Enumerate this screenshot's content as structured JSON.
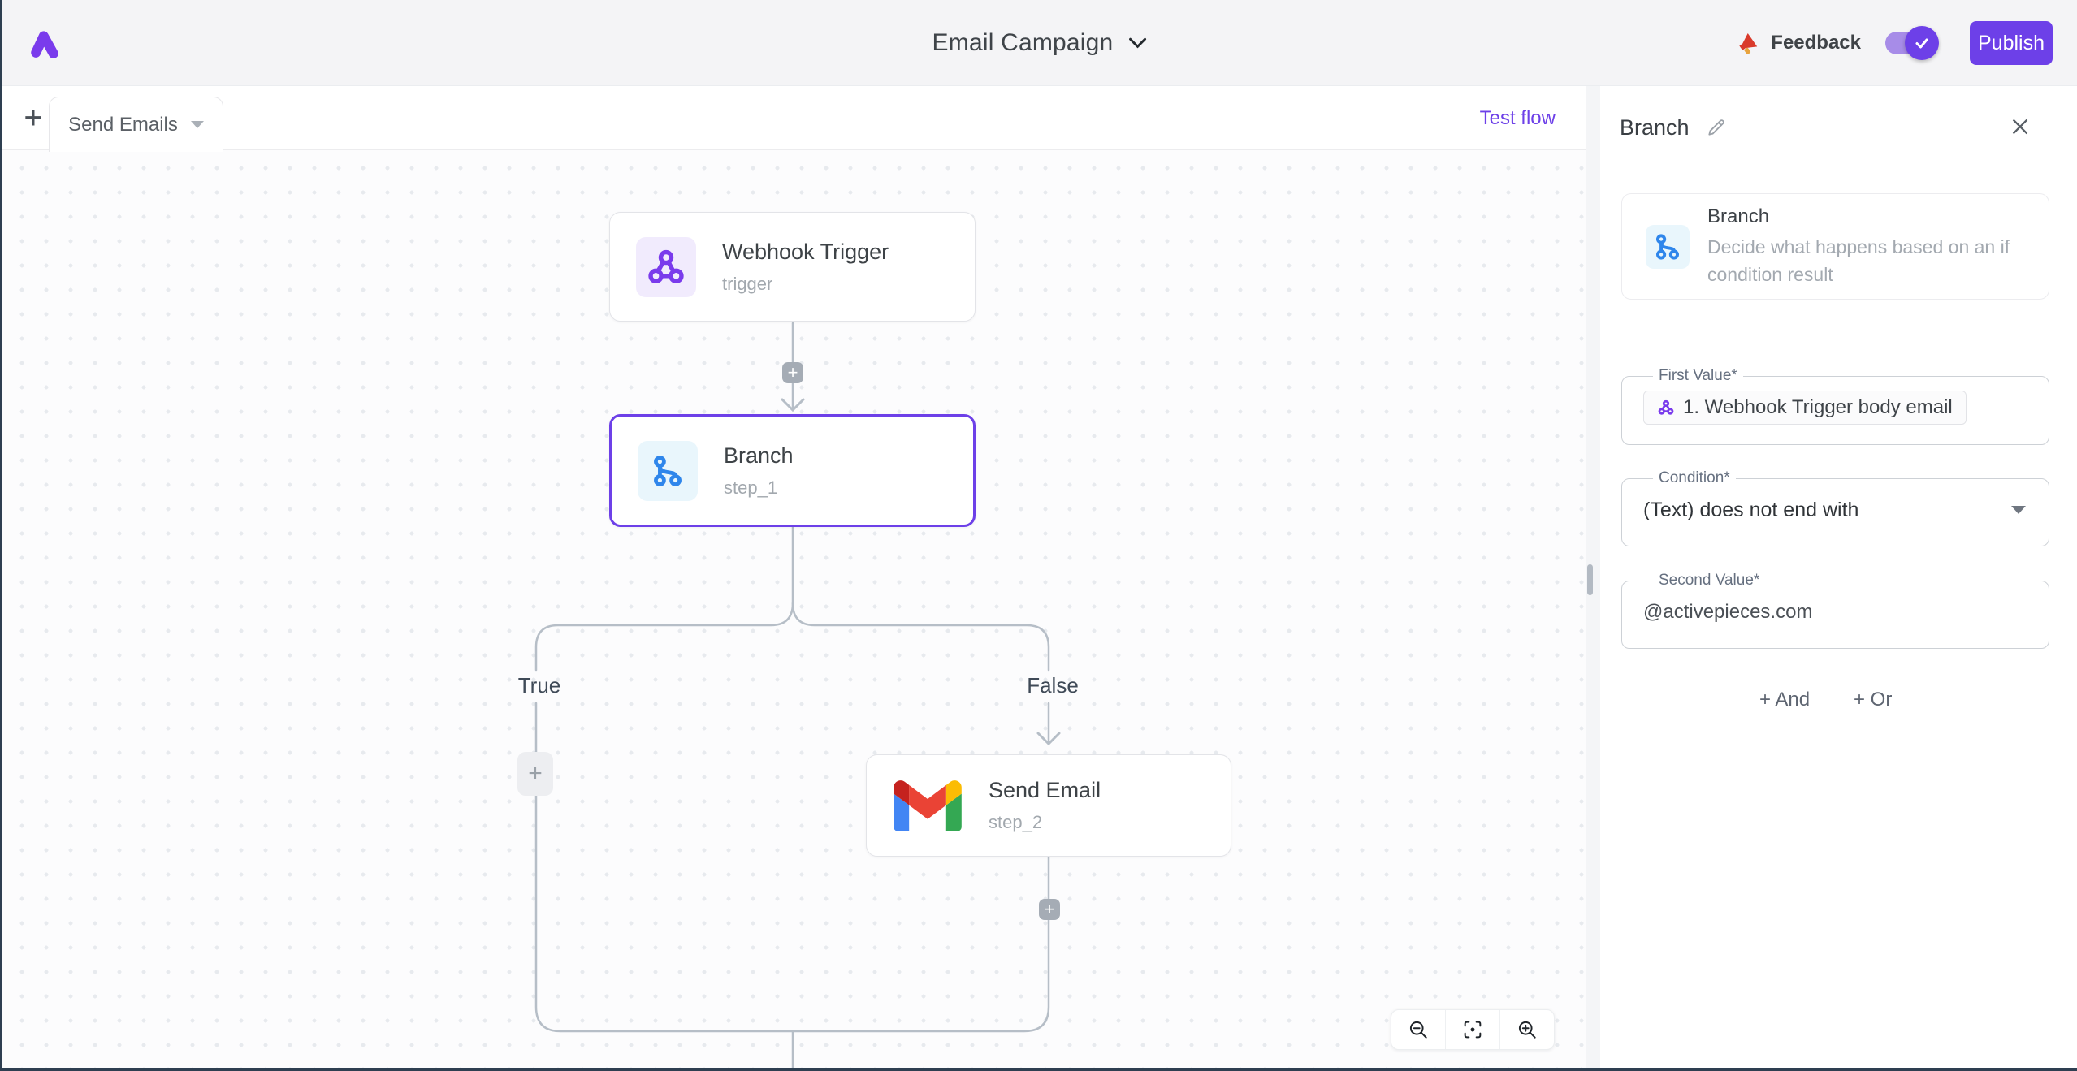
{
  "header": {
    "title": "Email Campaign",
    "feedback_label": "Feedback",
    "publish_label": "Publish"
  },
  "tabbar": {
    "tab_label": "Send Emails",
    "test_flow_label": "Test flow"
  },
  "canvas": {
    "nodes": [
      {
        "title": "Webhook Trigger",
        "subtitle": "trigger",
        "icon": "webhook-icon"
      },
      {
        "title": "Branch",
        "subtitle": "step_1",
        "icon": "branch-icon",
        "selected": true
      },
      {
        "title": "Send Email",
        "subtitle": "step_2",
        "icon": "gmail-icon"
      }
    ],
    "branch_labels": {
      "true_label": "True",
      "false_label": "False"
    }
  },
  "panel": {
    "title": "Branch",
    "piece": {
      "name": "Branch",
      "description": "Decide what happens based on an if condition result"
    },
    "fields": {
      "first_value": {
        "label": "First Value*",
        "token": "1. Webhook Trigger body email",
        "token_icon": "webhook-icon"
      },
      "condition": {
        "label": "Condition*",
        "value": "(Text) does not end with"
      },
      "second_value": {
        "label": "Second Value*",
        "value": "@activepieces.com"
      }
    },
    "and_label": "+ And",
    "or_label": "+ Or"
  },
  "icons": {
    "plus": "+"
  },
  "colors": {
    "accent": "#6d40e8",
    "brand_purple": "#7a3bec",
    "branch_blue": "#2f86eb",
    "edge_gray": "#b6bec7",
    "frame_navy": "#2e3f51",
    "header_bg": "#f4f4f6",
    "link": "#6d40e8"
  }
}
